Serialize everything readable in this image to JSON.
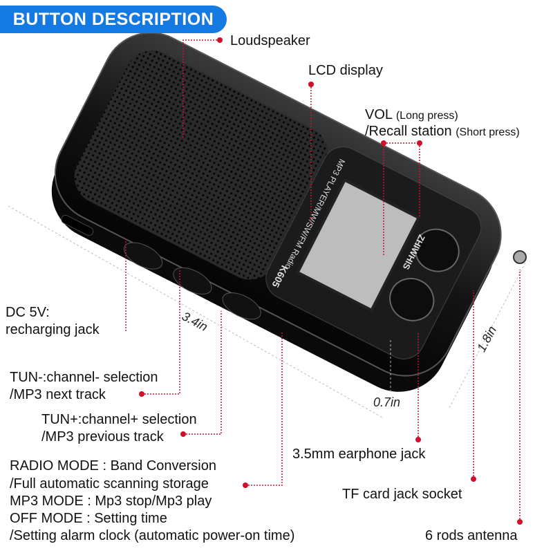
{
  "header": {
    "title": "BUTTON DESCRIPTION",
    "accent_color": "#1479e0"
  },
  "device": {
    "model": "K605",
    "band_text": "MP3 PLAYER/MW/SW/FM Radio",
    "brand": "ZHIWHIS"
  },
  "labels": {
    "loudspeaker": "Loudspeaker",
    "lcd": "LCD display",
    "vol_main": "VOL",
    "vol_note": "(Long press)",
    "recall_main": "/Recall station",
    "recall_note": "(Short press)",
    "dc_line1": "DC 5V:",
    "dc_line2": "recharging jack",
    "tun_minus_1": "TUN-:channel- selection",
    "tun_minus_2": "/MP3 next track",
    "tun_plus_1": "TUN+:channel+ selection",
    "tun_plus_2": "/MP3 previous track",
    "mode_1": "RADIO MODE : Band Conversion",
    "mode_2": "/Full automatic scanning storage",
    "mode_3": "MP3 MODE : Mp3 stop/Mp3 play",
    "mode_4": "OFF MODE : Setting time",
    "mode_5": "/Setting alarm clock (automatic power-on time)",
    "earphone": "3.5mm earphone jack",
    "tf": "TF card jack socket",
    "antenna": "6 rods antenna"
  },
  "dimensions": {
    "length": "3.4in",
    "width": "1.8in",
    "depth": "0.7in"
  },
  "colors": {
    "leader": "#d0102a",
    "body": "#121212"
  }
}
